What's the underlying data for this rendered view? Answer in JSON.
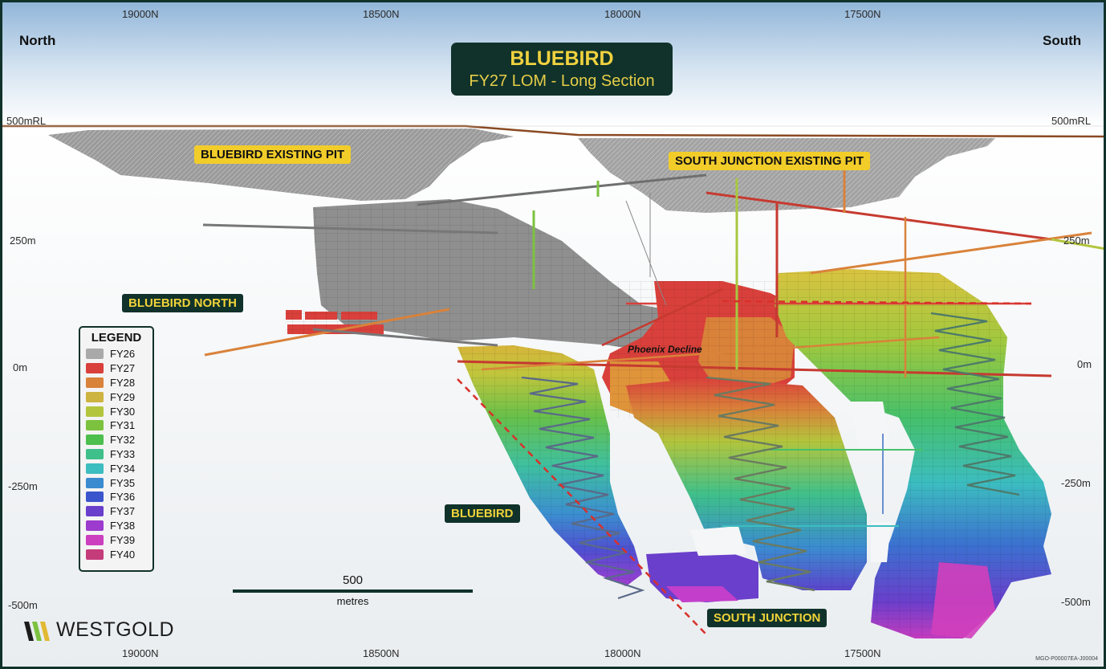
{
  "title": "BLUEBIRD",
  "subtitle": "FY27 LOM - Long Section",
  "directions": {
    "left": "North",
    "right": "South"
  },
  "northings": [
    "19000N",
    "18500N",
    "18000N",
    "17500N"
  ],
  "elevations": {
    "top": "500mRL",
    "l250": "250m",
    "l0": "0m",
    "lm250": "-250m",
    "lm500": "-500m"
  },
  "labels": {
    "bluebird_pit": "BLUEBIRD EXISTING PIT",
    "south_junction_pit": "SOUTH JUNCTION EXISTING PIT",
    "bluebird_north": "BLUEBIRD NORTH",
    "bluebird": "BLUEBIRD",
    "south_junction": "SOUTH JUNCTION",
    "phoenix_decline": "Phoenix Decline"
  },
  "legend": {
    "title": "LEGEND",
    "items": [
      {
        "label": "FY26",
        "color": "#a9a9a9"
      },
      {
        "label": "FY27",
        "color": "#d9403b"
      },
      {
        "label": "FY28",
        "color": "#d9823a"
      },
      {
        "label": "FY29",
        "color": "#cdb33f"
      },
      {
        "label": "FY30",
        "color": "#b3c53c"
      },
      {
        "label": "FY31",
        "color": "#7cc23f"
      },
      {
        "label": "FY32",
        "color": "#4cbf4d"
      },
      {
        "label": "FY33",
        "color": "#3fc08a"
      },
      {
        "label": "FY34",
        "color": "#3cbdc0"
      },
      {
        "label": "FY35",
        "color": "#3b8bd0"
      },
      {
        "label": "FY36",
        "color": "#3b55cc"
      },
      {
        "label": "FY37",
        "color": "#6a3fcb"
      },
      {
        "label": "FY38",
        "color": "#9c3bcd"
      },
      {
        "label": "FY39",
        "color": "#cc3fbf"
      },
      {
        "label": "FY40",
        "color": "#c53c7a"
      }
    ]
  },
  "scale": {
    "value": "500",
    "unit": "metres"
  },
  "logo": {
    "text": "WESTGOLD"
  },
  "doc_ref": "MGO-P00007EA-J00004"
}
